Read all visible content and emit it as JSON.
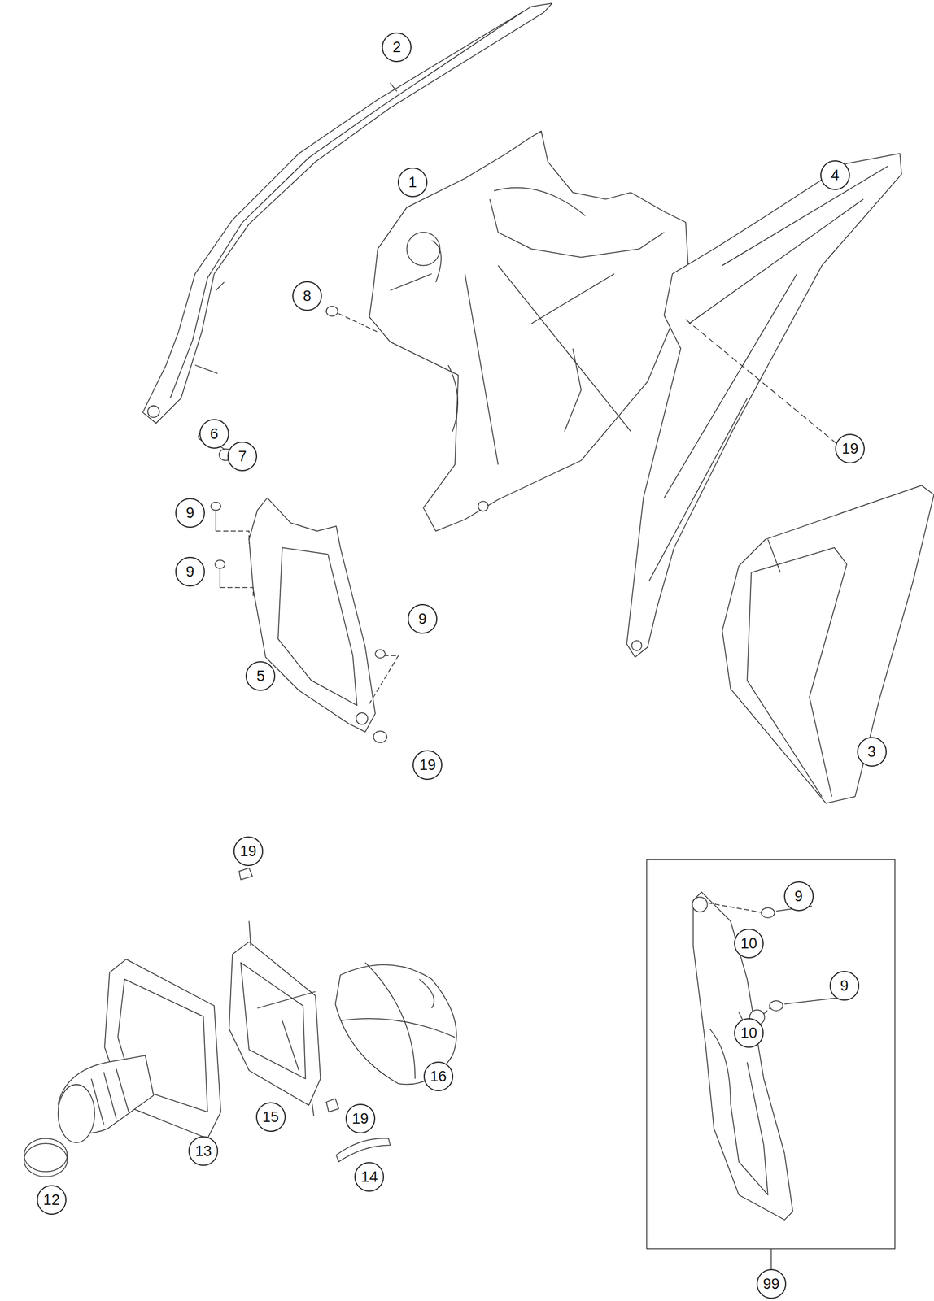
{
  "diagram": {
    "labels": [
      "2",
      "1",
      "4",
      "8",
      "19",
      "6",
      "7",
      "9",
      "9",
      "9",
      "5",
      "19",
      "3",
      "19",
      "16",
      "10",
      "9",
      "10",
      "9",
      "15",
      "19",
      "13",
      "12",
      "14",
      "99"
    ]
  }
}
